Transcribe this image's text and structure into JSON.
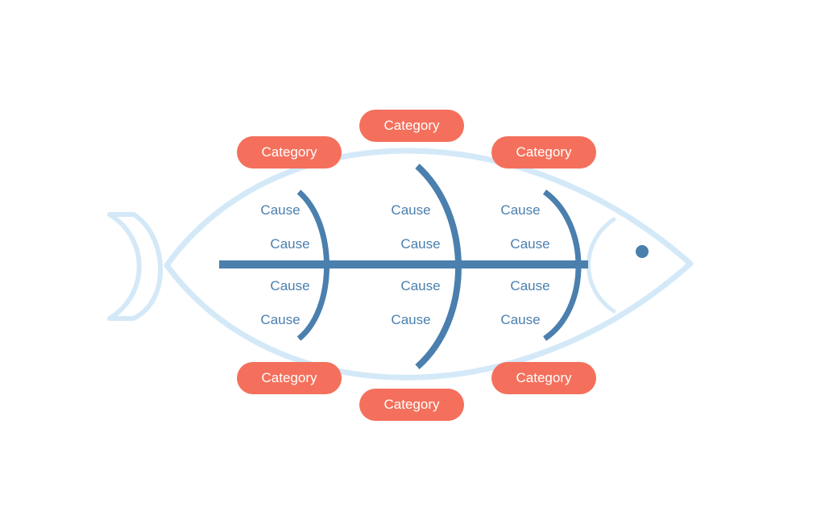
{
  "colors": {
    "background": "#ffffff",
    "fish_outline": "#d4e9f8",
    "spine": "#4a7fae",
    "category_pill": "#f4705c",
    "category_text": "#ffffff",
    "cause_text": "#4a7fae"
  },
  "categories": {
    "top_left": "Category",
    "top_center": "Category",
    "top_right": "Category",
    "bottom_left": "Category",
    "bottom_center": "Category",
    "bottom_right": "Category"
  },
  "causes": {
    "left_bone": [
      "Cause",
      "Cause",
      "Cause",
      "Cause"
    ],
    "center_bone": [
      "Cause",
      "Cause",
      "Cause",
      "Cause"
    ],
    "right_bone": [
      "Cause",
      "Cause",
      "Cause",
      "Cause"
    ]
  }
}
